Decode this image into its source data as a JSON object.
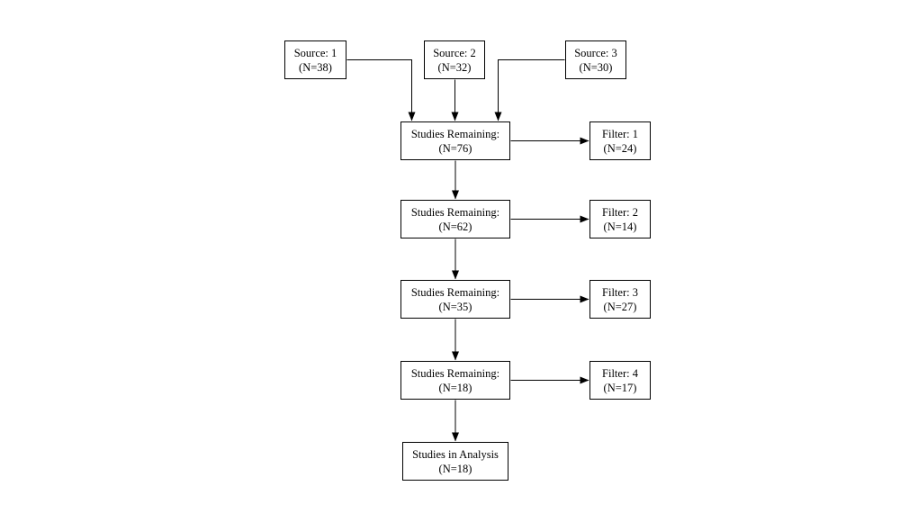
{
  "diagram": {
    "background_color": "#ffffff",
    "box_border_color": "#000000",
    "text_color": "#000000",
    "arrow_color": "#000000",
    "sources": [
      {
        "label": "Source: 1",
        "count": "(N=38)"
      },
      {
        "label": "Source: 2",
        "count": "(N=32)"
      },
      {
        "label": "Source: 3",
        "count": "(N=30)"
      }
    ],
    "stages": [
      {
        "label": "Studies Remaining:",
        "count": "(N=76)",
        "filter_label": "Filter: 1",
        "filter_count": "(N=24)"
      },
      {
        "label": "Studies Remaining:",
        "count": "(N=62)",
        "filter_label": "Filter: 2",
        "filter_count": "(N=14)"
      },
      {
        "label": "Studies Remaining:",
        "count": "(N=35)",
        "filter_label": "Filter: 3",
        "filter_count": "(N=27)"
      },
      {
        "label": "Studies Remaining:",
        "count": "(N=18)",
        "filter_label": "Filter: 4",
        "filter_count": "(N=17)"
      }
    ],
    "final": {
      "label": "Studies in Analysis",
      "count": "(N=18)"
    }
  }
}
